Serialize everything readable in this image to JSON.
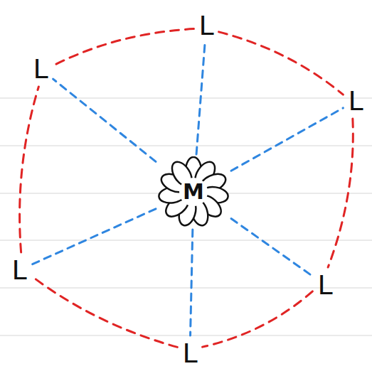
{
  "diagram": {
    "nodes": [
      {
        "text": [
          "L"
        ]
      },
      {
        "text": [
          "L"
        ]
      },
      {
        "text": [
          "L"
        ]
      },
      {
        "text": [
          "M"
        ]
      },
      {
        "text": [
          "L"
        ]
      },
      {
        "text": [
          "L"
        ]
      },
      {
        "text": [
          "L"
        ]
      }
    ],
    "edges": [
      {
        "from": 3,
        "to": 0,
        "arrow": "none"
      },
      {
        "from": 3,
        "to": 1,
        "arrow": "none"
      },
      {
        "from": 3,
        "to": 2,
        "arrow": "none"
      },
      {
        "from": 3,
        "to": 4,
        "arrow": "none"
      },
      {
        "from": 3,
        "to": 5,
        "arrow": "none"
      },
      {
        "from": 3,
        "to": 6,
        "arrow": "none"
      },
      {
        "from": 0,
        "to": 1,
        "arrow": "none"
      },
      {
        "from": 0,
        "to": 2,
        "arrow": "none"
      },
      {
        "from": 2,
        "to": 5,
        "arrow": "none"
      },
      {
        "from": 5,
        "to": 6,
        "arrow": "none"
      },
      {
        "from": 6,
        "to": 4,
        "arrow": "none"
      },
      {
        "from": 4,
        "to": 1,
        "arrow": "none"
      }
    ]
  }
}
